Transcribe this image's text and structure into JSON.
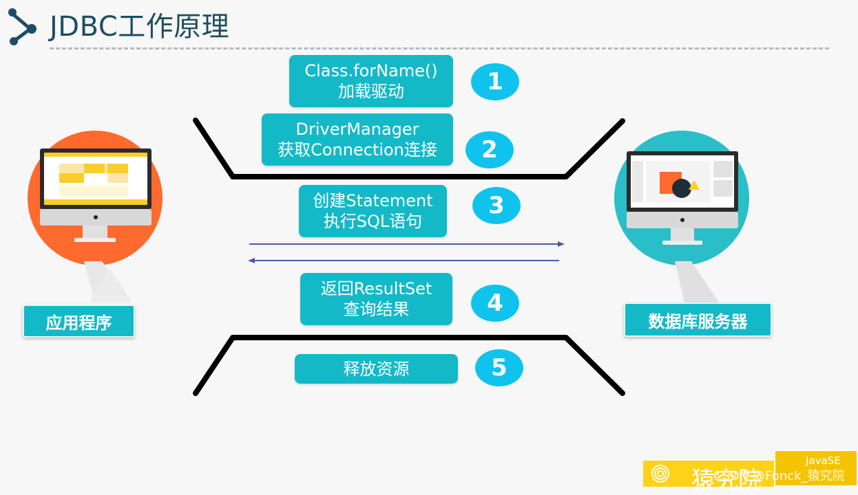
{
  "title": "JDBC工作原理",
  "steps": [
    {
      "number": "1",
      "line1": "Class.forName()",
      "line2": "加载驱动"
    },
    {
      "number": "2",
      "line1": "DriverManager",
      "line2": "获取Connection连接"
    },
    {
      "number": "3",
      "line1": "创建Statement",
      "line2": "执行SQL语句"
    },
    {
      "number": "4",
      "line1": "返回ResultSet",
      "line2": "查询结果"
    },
    {
      "number": "5",
      "line1": "释放资源",
      "line2": ""
    }
  ],
  "left_label": "应用程序",
  "right_label": "数据库服务器",
  "footer": {
    "logo_text": "猿究院",
    "corner_text": "JavaSE",
    "watermark": "CSDN @Fonck_猿究院"
  },
  "colors": {
    "accent": "#14b9c8",
    "circle": "#10c3ee",
    "left_bg": "#ff6a2f",
    "right_bg": "#2abfc8",
    "title": "#1e4d63",
    "arrow": "#4a5aa8",
    "footer": "#ffd21a"
  }
}
